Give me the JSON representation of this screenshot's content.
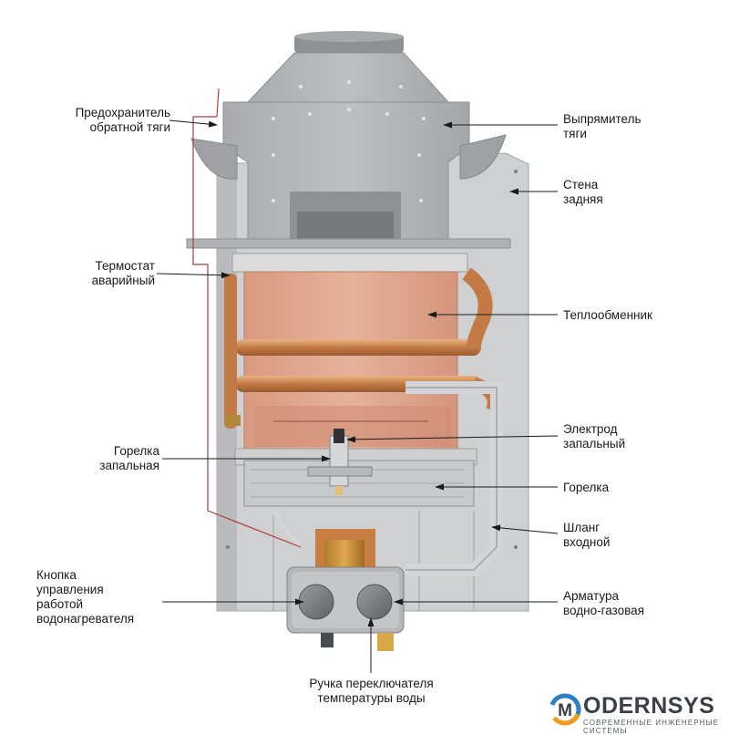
{
  "labels": {
    "draft_guard": [
      "Предохранитель",
      "обратной тяги"
    ],
    "draft_straightener": [
      "Выпрямитель",
      "тяги"
    ],
    "back_wall": [
      "Стена",
      "задняя"
    ],
    "emergency_thermostat": [
      "Термостат",
      "аварийный"
    ],
    "heat_exchanger": [
      "Теплообменник"
    ],
    "ignition_electrode": [
      "Электрод",
      "запальный"
    ],
    "pilot_burner": [
      "Горелка",
      "запальная"
    ],
    "burner": [
      "Горелка"
    ],
    "inlet_hose": [
      "Шланг",
      "входной"
    ],
    "control_knob": [
      "Кнопка",
      "управления",
      "работой",
      "водонагревателя"
    ],
    "water_gas_valve": [
      "Арматура",
      "водно-газовая"
    ],
    "temperature_knob": [
      "Ручка переключателя",
      "температуры воды"
    ]
  },
  "logo": {
    "brand": "ODERNSYS",
    "tagline": "СОВРЕМЕННЫЕ ИНЖЕНЕРНЫЕ СИСТЕМЫ"
  },
  "colors": {
    "hood": "#b4b6b9",
    "back_wall": "#cfd0d2",
    "copper_body": "#dfa48c",
    "copper_pipe": "#c9824f",
    "burner": "#c9cacc",
    "logo_blue": "#2f7fc1",
    "logo_orange": "#f29a1f"
  }
}
